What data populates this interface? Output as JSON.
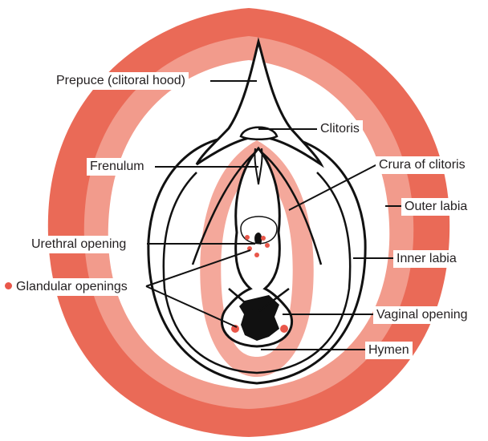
{
  "colors": {
    "outer_labia": "#ea6a57",
    "outer_labia_inner": "#f29b8c",
    "pink_band": "#f4a89b",
    "outline": "#111111",
    "gland_dot": "#e9574a",
    "label_text": "#231f20"
  },
  "labels": {
    "prepuce": "Prepuce (clitoral hood)",
    "clitoris": "Clitoris",
    "frenulum": "Frenulum",
    "crura": "Crura of clitoris",
    "outer_labia": "Outer labia",
    "urethral_opening": "Urethral opening",
    "inner_labia": "Inner labia",
    "glandular_openings": "Glandular openings",
    "vaginal_opening": "Vaginal opening",
    "hymen": "Hymen"
  },
  "legend": {
    "glandular_marker_icon": "red-dot-icon"
  }
}
